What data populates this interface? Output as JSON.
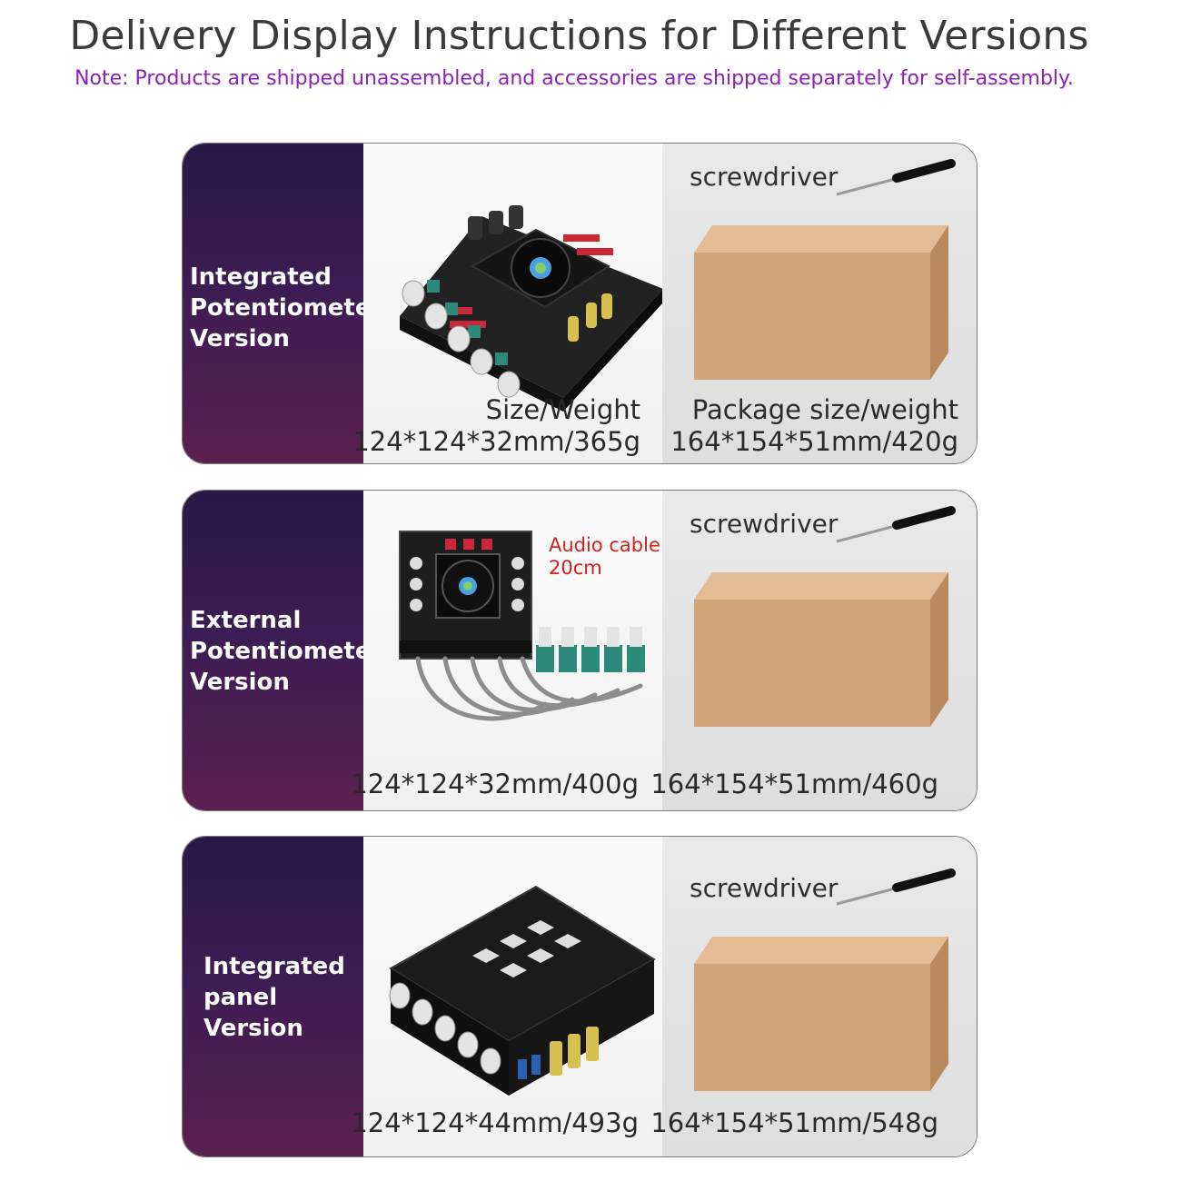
{
  "header": {
    "title": "Delivery Display Instructions for Different Versions",
    "note": "Note: Products are shipped unassembled, and accessories are shipped separately for self-assembly."
  },
  "versions": [
    {
      "label": "Integrated\nPotentiometer\nVersion",
      "accessory": "screwdriver",
      "size_heading": "Size/Weight",
      "size": "124*124*32mm/365g",
      "package_heading": "Package size/weight",
      "package": "164*154*51mm/420g"
    },
    {
      "label": "External\nPotentiometer\nVersion",
      "accessory": "screwdriver",
      "cable_note": "Audio cable\n20cm",
      "size": "124*124*32mm/400g",
      "package": "164*154*51mm/460g"
    },
    {
      "label": "Integrated\npanel\nVersion",
      "accessory": "screwdriver",
      "size": "124*124*44mm/493g",
      "package": "164*154*51mm/548g"
    }
  ],
  "colors": {
    "note": "#8a22b5",
    "panel_gradient_top": "#2a1848",
    "panel_gradient_bottom": "#5b2050",
    "box": "#d2a57a",
    "cable_note": "#d42020"
  },
  "icons": [
    "screwdriver-icon",
    "shipping-box-icon",
    "amplifier-board-icon"
  ]
}
